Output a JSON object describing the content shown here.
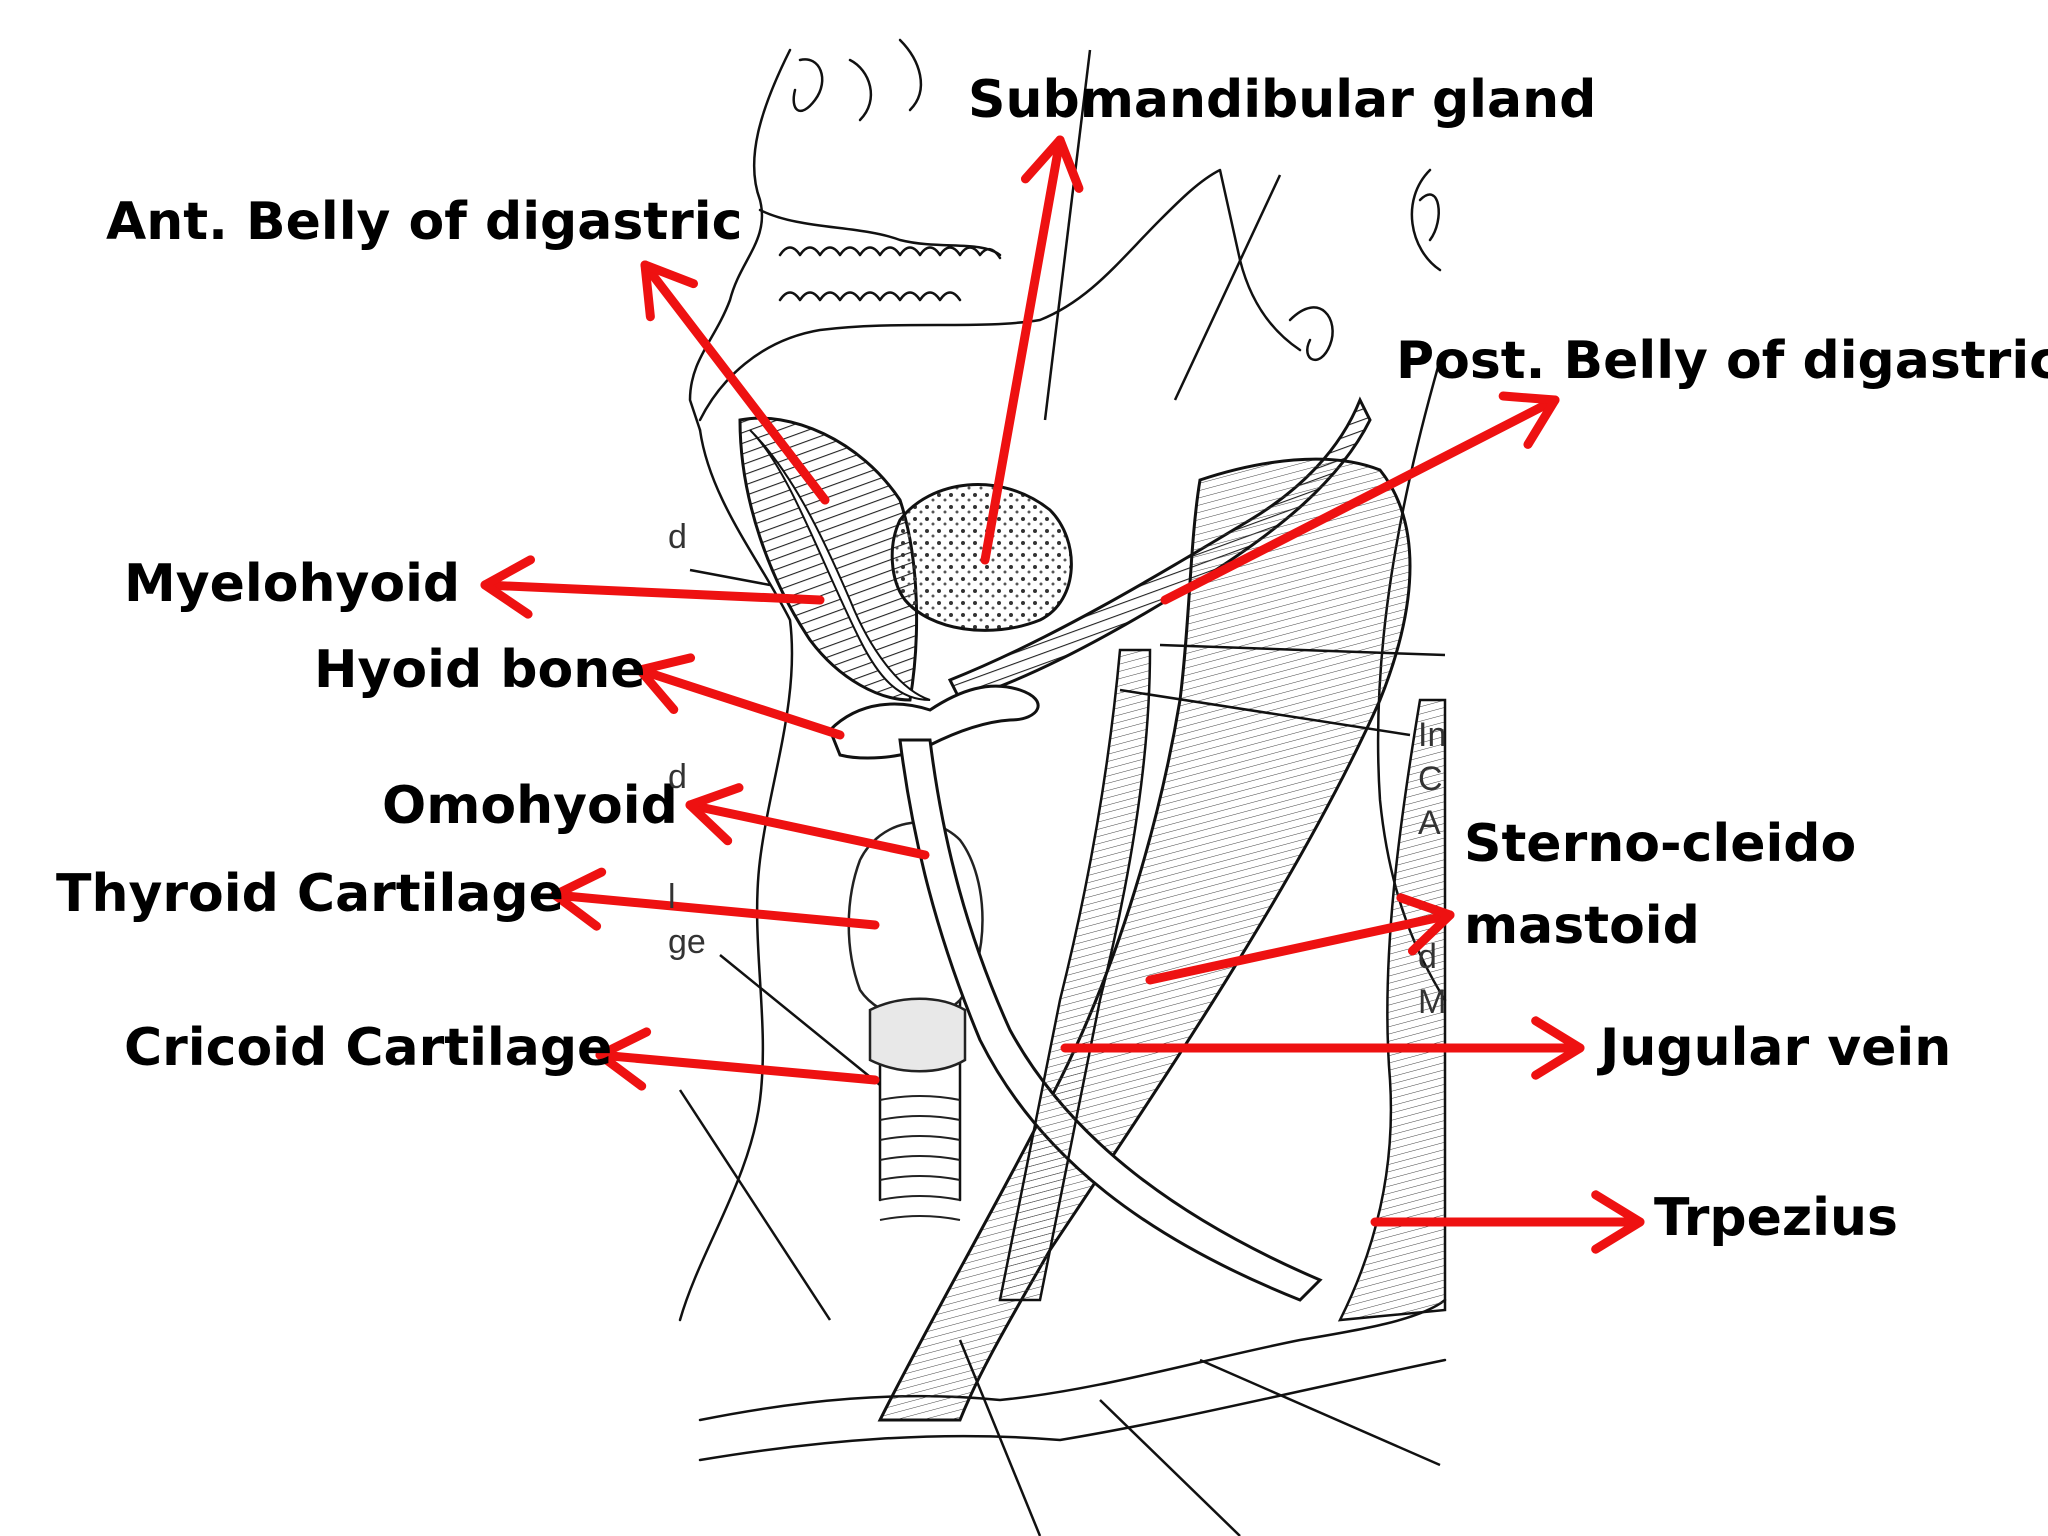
{
  "colors": {
    "arrow": "#ee1111",
    "ink": "#111111",
    "label": "#000000"
  },
  "labels": {
    "submandibular_gland": "Submandibular gland",
    "ant_belly_digastric": "Ant. Belly of digastric",
    "post_belly_digastric": "Post. Belly of digastric",
    "myelohyoid": "Myelohyoid",
    "hyoid_bone": "Hyoid bone",
    "omohyoid": "Omohyoid",
    "thyroid_cartilage": "Thyroid Cartilage",
    "sternocleido_line1": "Sterno-cleido",
    "sternocleido_line2": "mastoid",
    "cricoid_cartilage": "Cricoid Cartilage",
    "jugular_vein": "Jugular vein",
    "trapezius": "Trpezius"
  },
  "fragments": {
    "left_d1": "d",
    "left_d2": "d",
    "left_l": "l",
    "left_ge": "ge",
    "right_in": "In",
    "right_c": "C",
    "right_a": "A",
    "right_d": "d",
    "right_m": "M"
  }
}
